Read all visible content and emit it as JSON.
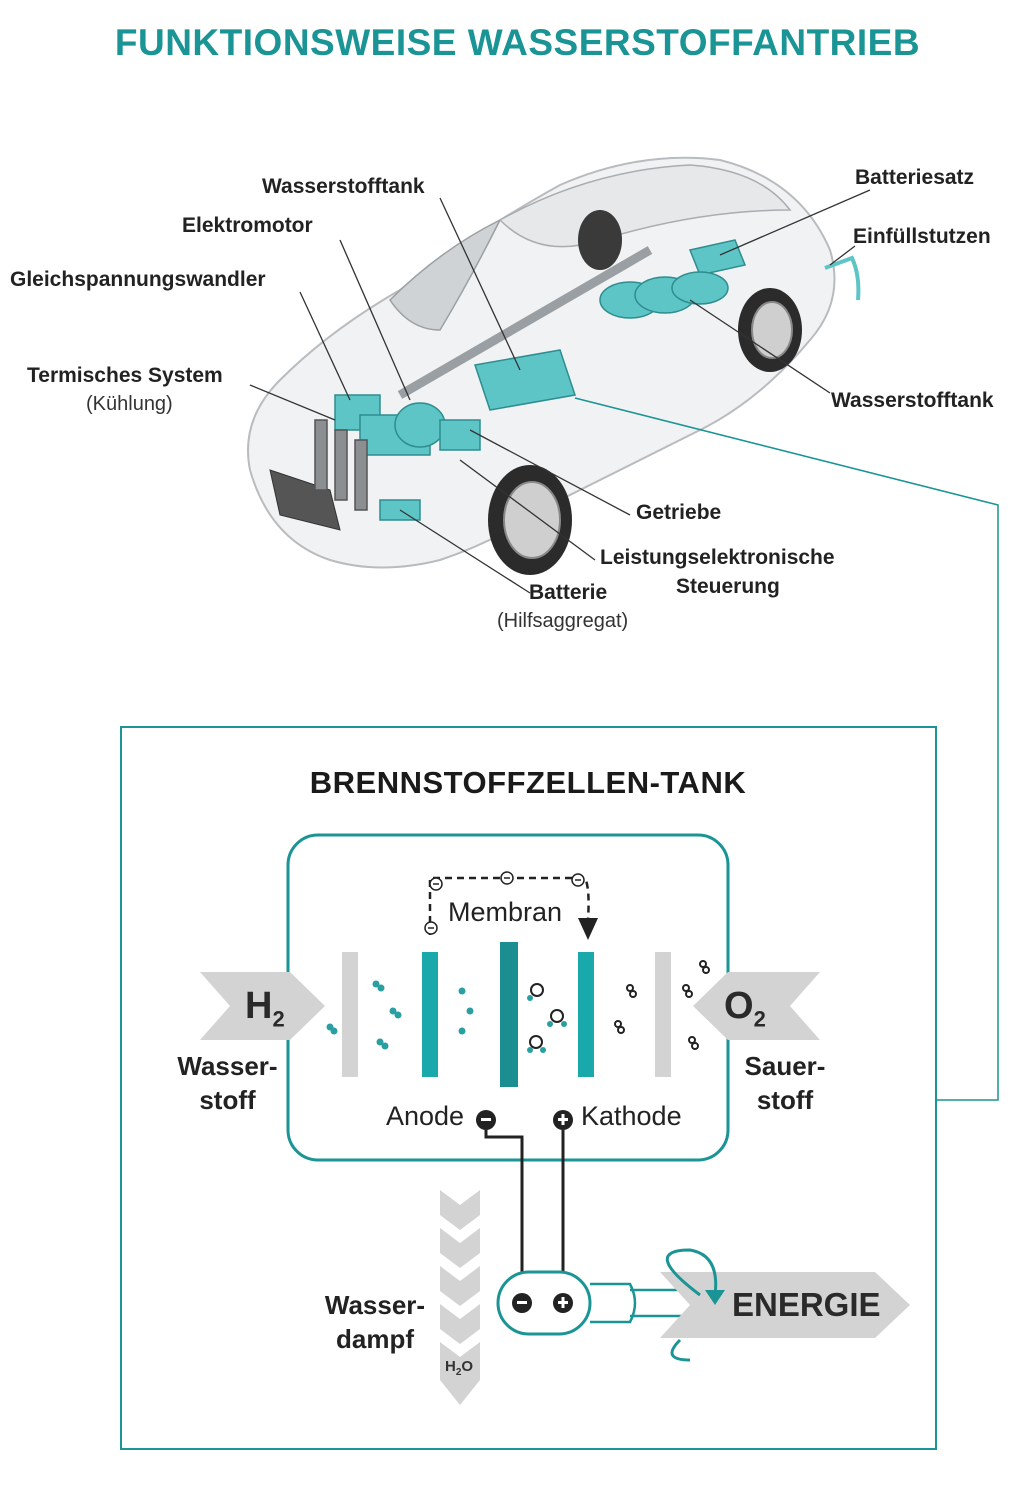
{
  "title": "FUNKTIONSWEISE WASSERSTOFFANTRIEB",
  "colors": {
    "teal": "#1a9494",
    "cyan": "#3fb8b8",
    "grey": "#d0d0d0",
    "dark": "#1a1a1a"
  },
  "car_labels": {
    "wasserstofftank_top": "Wasserstofftank",
    "elektromotor": "Elektromotor",
    "gleichspannungswandler": "Gleichspannungswandler",
    "termisches_system": "Termisches System",
    "kuehlung": "(Kühlung)",
    "batteriesatz": "Batteriesatz",
    "einfuellstutzen": "Einfüllstutzen",
    "wasserstofftank_right": "Wasserstofftank",
    "getriebe": "Getriebe",
    "leistung_1": "Leistungselektronische",
    "leistung_2": "Steuerung",
    "batterie": "Batterie",
    "hilfsaggregat": "(Hilfsaggregat)"
  },
  "fuel_cell": {
    "title": "BRENNSTOFFZELLEN-TANK",
    "membran": "Membran",
    "h2": "H",
    "h2_sub": "2",
    "o2": "O",
    "o2_sub": "2",
    "wasserstoff_1": "Wasser-",
    "wasserstoff_2": "stoff",
    "sauerstoff_1": "Sauer-",
    "sauerstoff_2": "stoff",
    "anode": "Anode",
    "kathode": "Kathode",
    "wasserdampf_1": "Wasser-",
    "wasserdampf_2": "dampf",
    "h2o_h": "H",
    "h2o_sub": "2",
    "h2o_o": "O",
    "energie": "ENERGIE"
  }
}
